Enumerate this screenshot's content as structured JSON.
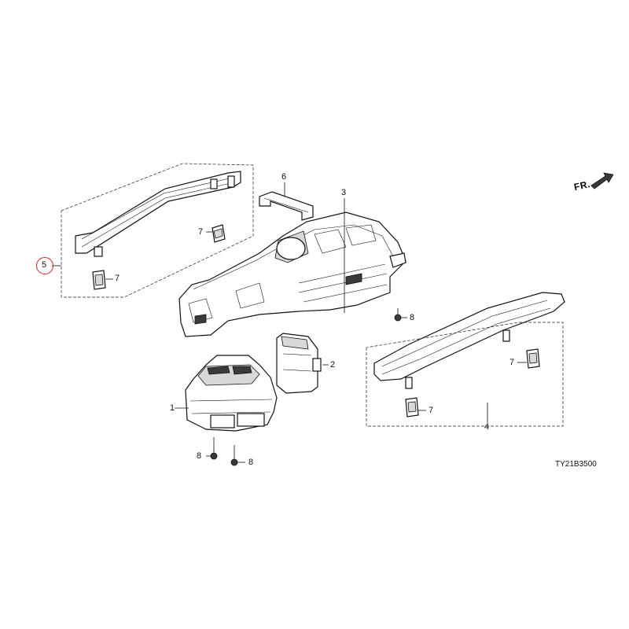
{
  "diagram": {
    "callouts": [
      {
        "id": "1",
        "label": "1"
      },
      {
        "id": "2",
        "label": "2"
      },
      {
        "id": "3",
        "label": "3"
      },
      {
        "id": "4",
        "label": "4"
      },
      {
        "id": "5",
        "label": "5"
      },
      {
        "id": "6",
        "label": "6"
      },
      {
        "id": "7a",
        "label": "7"
      },
      {
        "id": "7b",
        "label": "7"
      },
      {
        "id": "7c",
        "label": "7"
      },
      {
        "id": "7d",
        "label": "7"
      },
      {
        "id": "8a",
        "label": "8"
      },
      {
        "id": "8b",
        "label": "8"
      },
      {
        "id": "8c",
        "label": "8"
      }
    ],
    "front_indicator": "FR.",
    "reference_code": "TY21B3500",
    "highlighted_callout": "5",
    "highlight_color": "#e02020"
  }
}
